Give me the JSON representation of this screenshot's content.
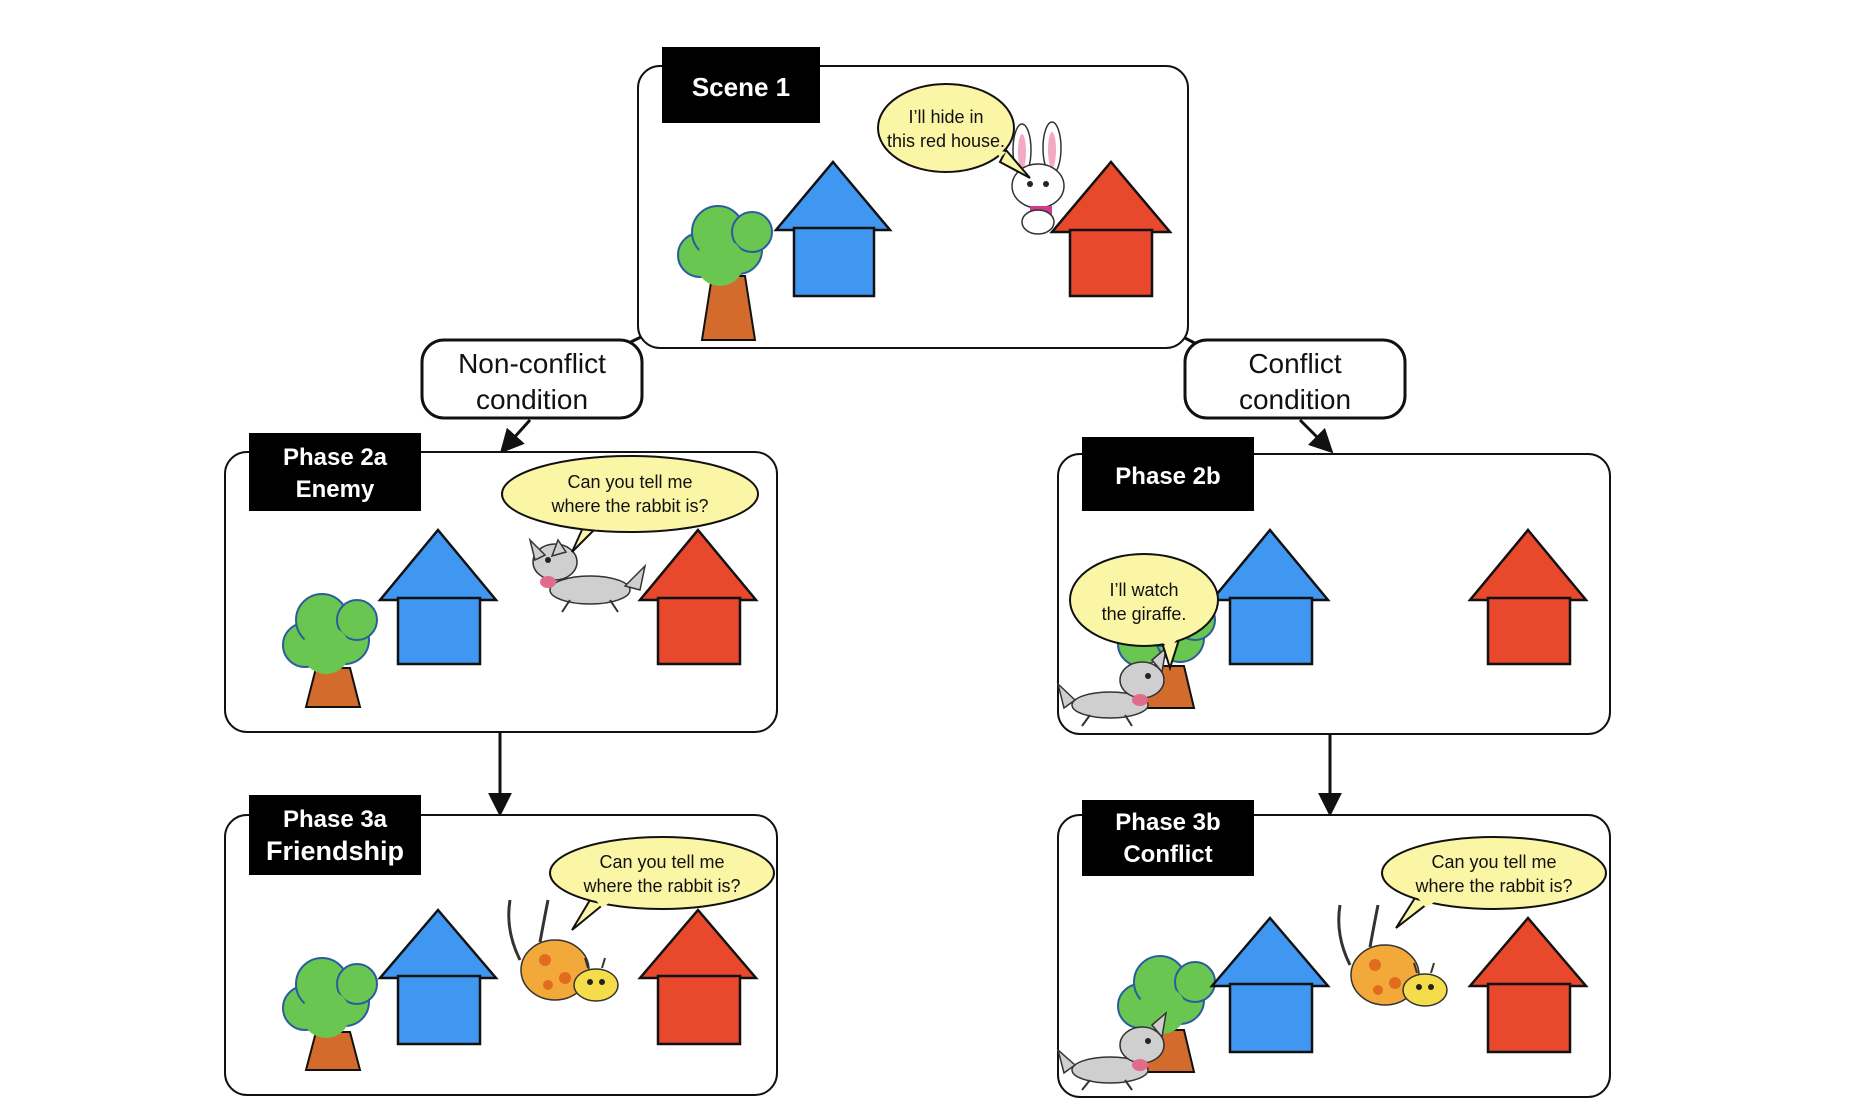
{
  "colors": {
    "blue_house": "#3f97f2",
    "red_house": "#e8482b",
    "tree_leaves": "#68c651",
    "tree_trunk": "#d26b2b",
    "bubble_fill": "#fbf5a6",
    "title_bg": "#000000"
  },
  "scene1": {
    "title": "Scene 1",
    "bubble": [
      "I’ll hide in",
      "this red house."
    ]
  },
  "conditions": {
    "non_conflict": [
      "Non-conflict",
      "condition"
    ],
    "conflict": [
      "Conflict",
      "condition"
    ]
  },
  "phase2a": {
    "title": [
      "Phase  2a",
      "Enemy"
    ],
    "bubble": [
      "Can you tell me",
      "where the rabbit is?"
    ]
  },
  "phase2b": {
    "title": [
      "Phase 2b"
    ],
    "bubble": [
      "I’ll watch",
      "the giraffe."
    ]
  },
  "phase3a": {
    "title": [
      "Phase 3a",
      "Friendship"
    ],
    "bubble": [
      "Can you tell me",
      "where the rabbit is?"
    ]
  },
  "phase3b": {
    "title": [
      "Phase 3b",
      "Conflict"
    ],
    "bubble": [
      "Can you tell me",
      "where the rabbit is?"
    ]
  }
}
